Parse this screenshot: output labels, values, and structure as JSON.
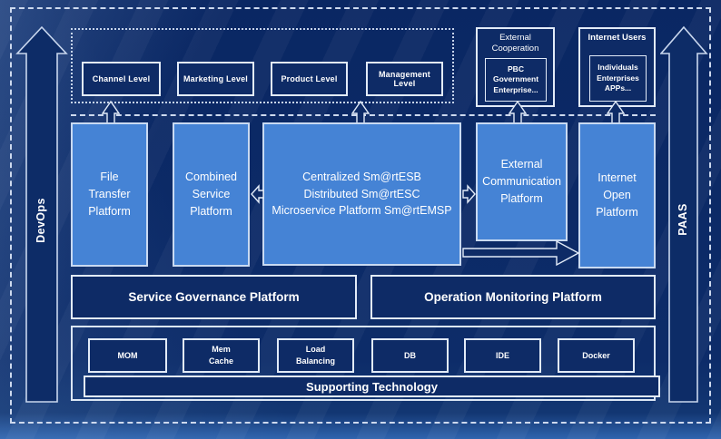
{
  "colors": {
    "background": "#0c2a64",
    "platform_fill": "#4583d5",
    "dark_fill": "#0e2b66",
    "line": "#d8e4f6"
  },
  "side_rails": {
    "left_label": "DevOps",
    "right_label": "PAAS"
  },
  "levels": [
    "Channel Level",
    "Marketing Level",
    "Product Level",
    "Management Level"
  ],
  "top_boxes": {
    "external_cooperation": {
      "title": "External Cooperation",
      "lines": [
        "PBC Government",
        "Enterprise..."
      ]
    },
    "internet_users": {
      "title": "Internet Users",
      "lines": [
        "Individuals",
        "Enterprises",
        "APPs..."
      ]
    }
  },
  "platforms": {
    "file_transfer": "File Transfer Platform",
    "combined_service": "Combined Service Platform",
    "esb_lines": [
      "Centralized Sm@rtESB",
      "Distributed Sm@rtESC",
      "Microservice Platform Sm@rtEMSP"
    ],
    "external_communication": "External Communication Platform",
    "internet_open": "Internet Open Platform"
  },
  "governance": {
    "service": "Service Governance Platform",
    "operation": "Operation Monitoring Platform"
  },
  "supporting": {
    "items": [
      "MOM",
      "Mem Cache",
      "Load Balancing",
      "DB",
      "IDE",
      "Docker"
    ],
    "banner": "Supporting Technology"
  }
}
